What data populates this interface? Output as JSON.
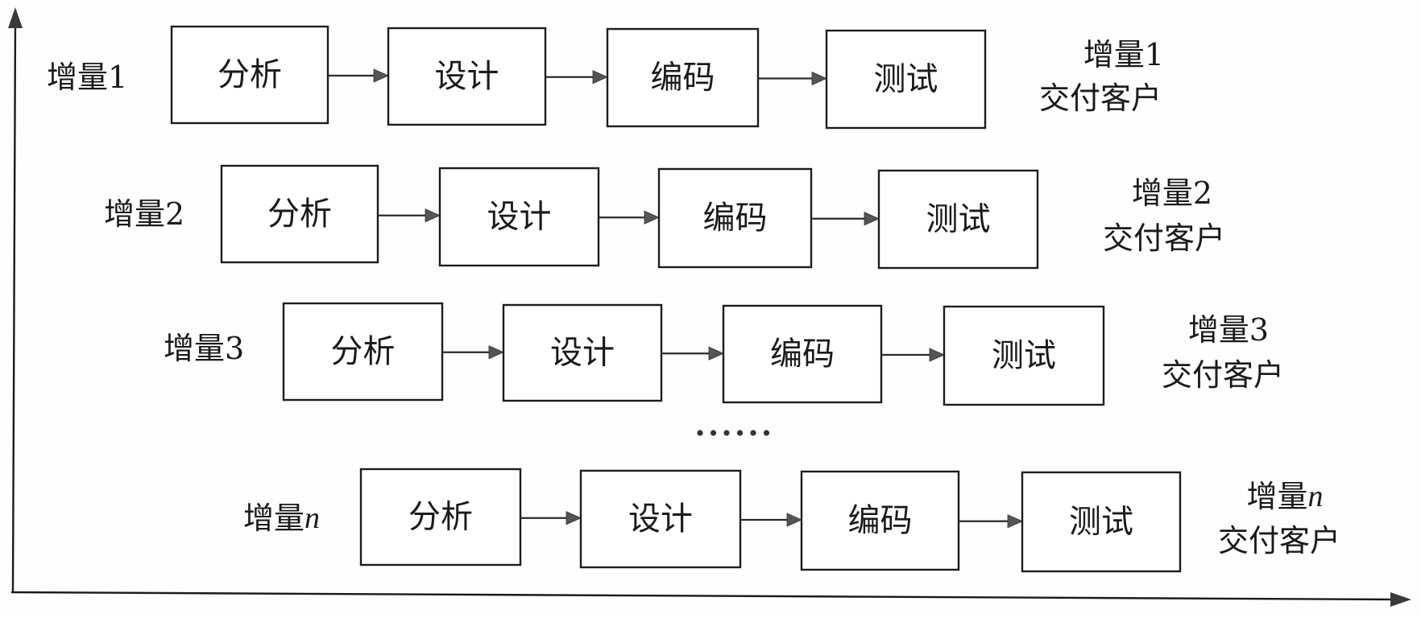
{
  "diagram": {
    "type": "incremental-process-model",
    "axes": {
      "vertical": {
        "name": "",
        "direction": "up"
      },
      "horizontal": {
        "name": "",
        "direction": "right"
      }
    },
    "increments": [
      {
        "label_prefix": "增量",
        "label_index": "1",
        "index_italic": false,
        "phases": [
          "分析",
          "设计",
          "编码",
          "测试"
        ],
        "delivery_prefix": "增量",
        "delivery_index": "1",
        "delivery_text": "交付客户"
      },
      {
        "label_prefix": "增量",
        "label_index": "2",
        "index_italic": false,
        "phases": [
          "分析",
          "设计",
          "编码",
          "测试"
        ],
        "delivery_prefix": "增量",
        "delivery_index": "2",
        "delivery_text": "交付客户"
      },
      {
        "label_prefix": "增量",
        "label_index": "3",
        "index_italic": false,
        "phases": [
          "分析",
          "设计",
          "编码",
          "测试"
        ],
        "delivery_prefix": "增量",
        "delivery_index": "3",
        "delivery_text": "交付客户"
      },
      {
        "label_prefix": "增量",
        "label_index": "n",
        "index_italic": true,
        "phases": [
          "分析",
          "设计",
          "编码",
          "测试"
        ],
        "delivery_prefix": "增量",
        "delivery_index": "n",
        "delivery_text": "交付客户"
      }
    ],
    "ellipsis": {
      "dot_count": 6
    },
    "connector": "arrow",
    "colors": {
      "stroke": "#1c1c1c",
      "arrowhead": "#555555",
      "background": "#ffffff"
    }
  }
}
